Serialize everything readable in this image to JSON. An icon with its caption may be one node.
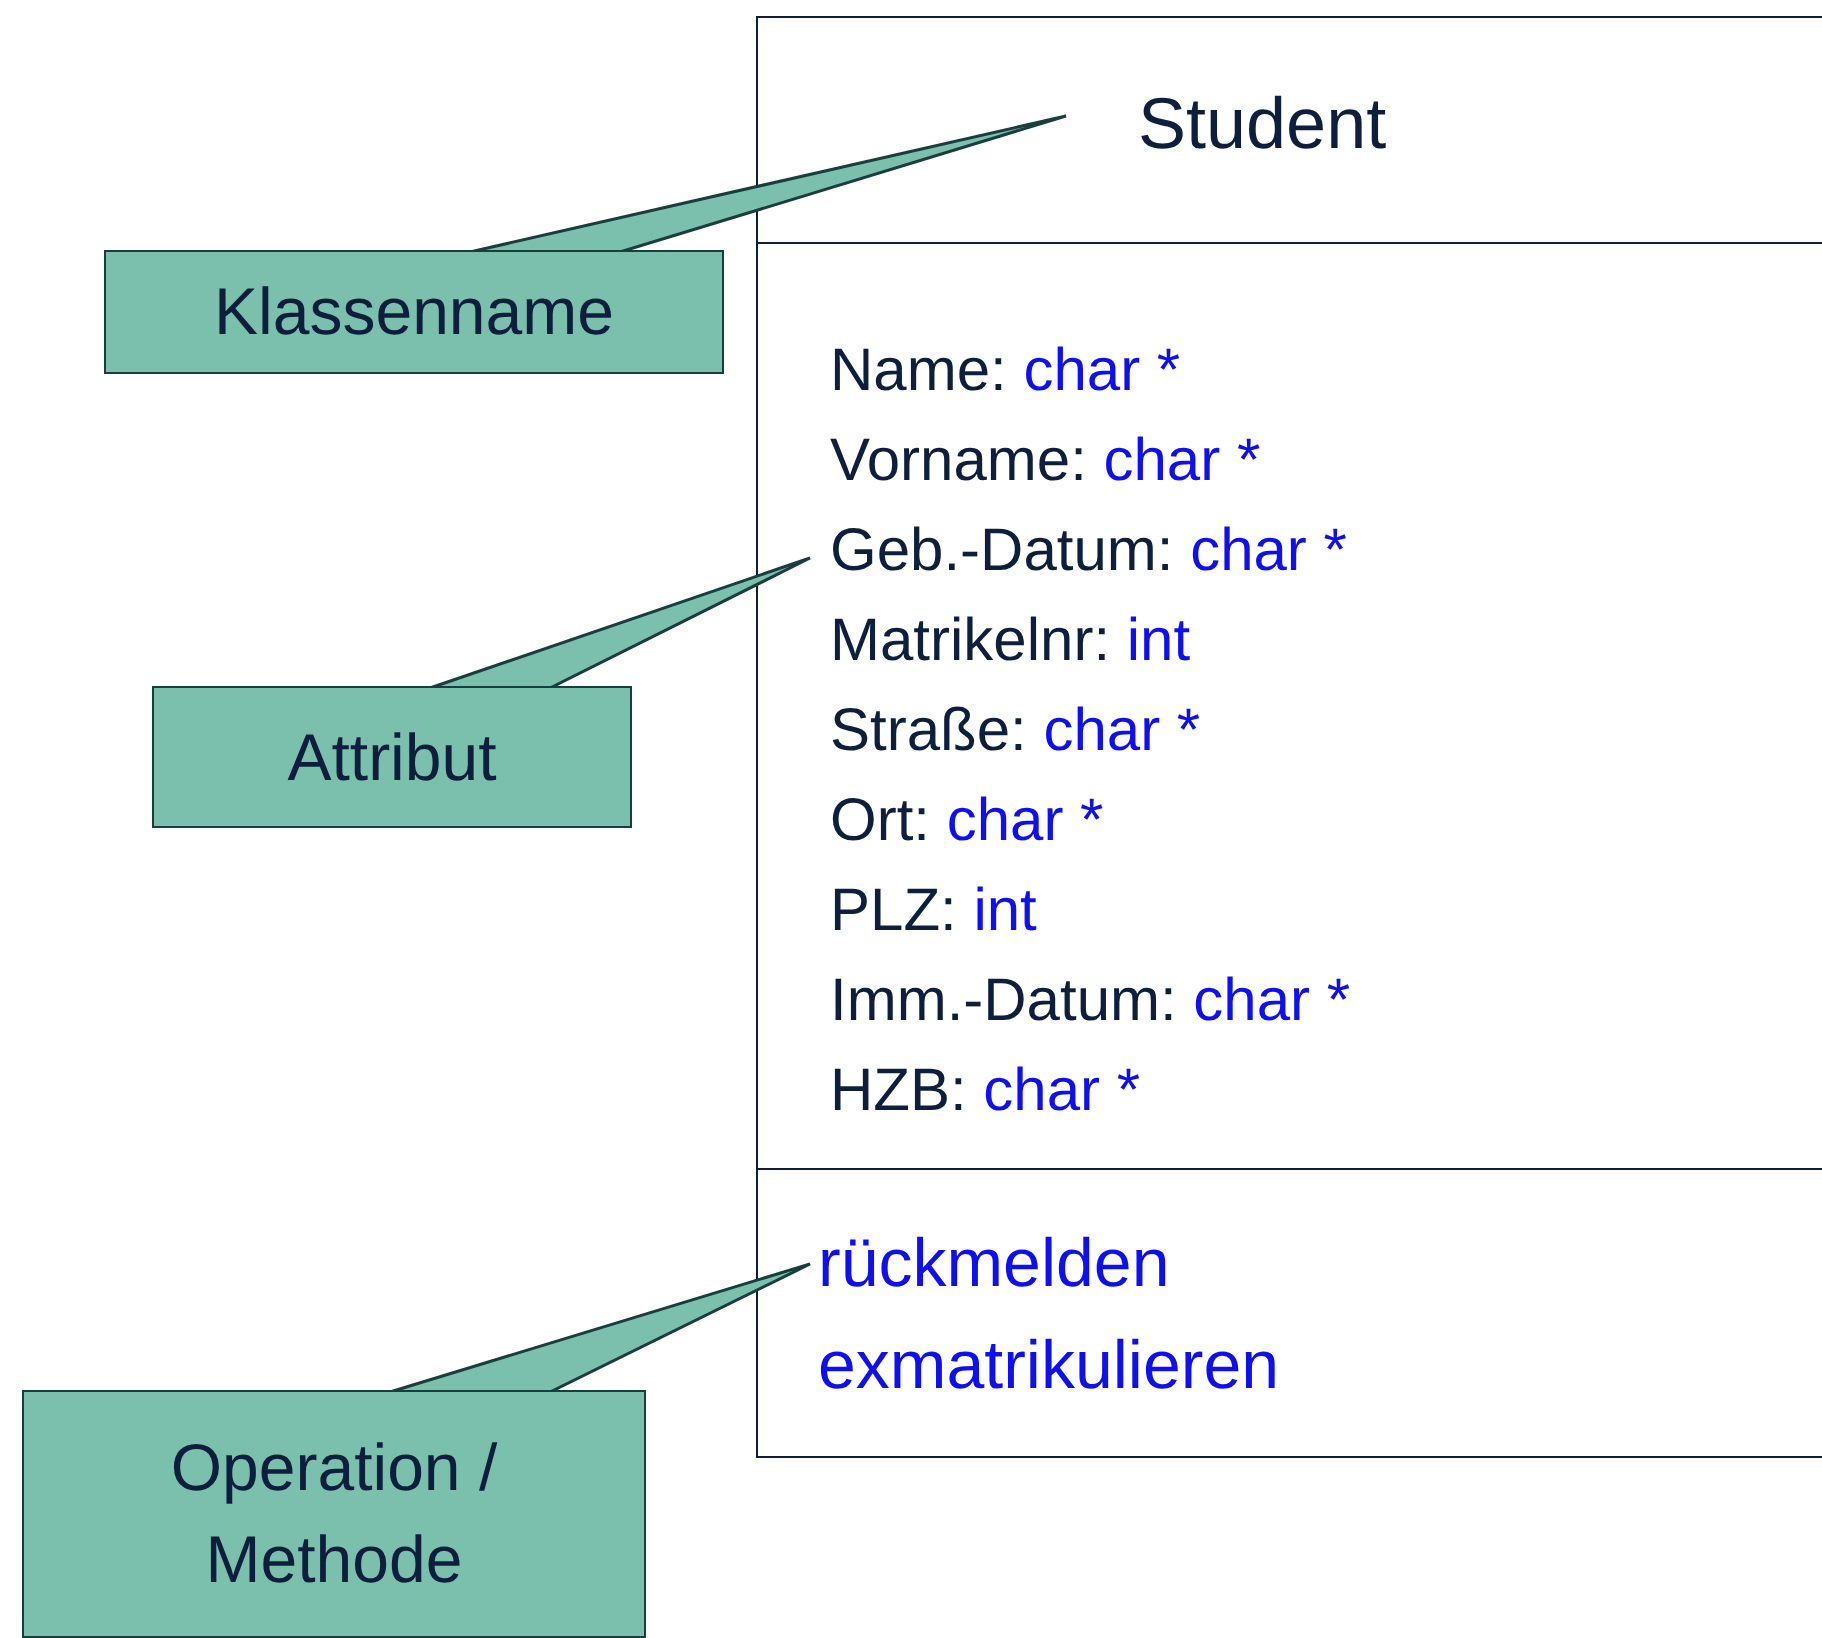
{
  "diagram": {
    "nodes": [
      {
        "text": [
          "Student"
        ]
      },
      {
        "text": [
          "Name: char *",
          "Vorname: char *",
          "Geb.-Datum: char *",
          "Matrikelnr: int",
          "Straße: char *",
          "Ort: char *",
          "PLZ: int",
          "Imm.-Datum: char *",
          "HZB: char *"
        ]
      },
      {
        "text": [
          "rückmelden",
          "exmatrikulieren"
        ]
      },
      {
        "text": [
          "Klassenname"
        ]
      },
      {
        "text": [
          "Attribut"
        ]
      },
      {
        "text": [
          "Operation / Methode"
        ]
      }
    ],
    "edges": [
      {
        "from": 3,
        "to": 0,
        "arrow": "none"
      },
      {
        "from": 4,
        "to": 1,
        "arrow": "none"
      },
      {
        "from": 5,
        "to": 2,
        "arrow": "none"
      }
    ]
  }
}
